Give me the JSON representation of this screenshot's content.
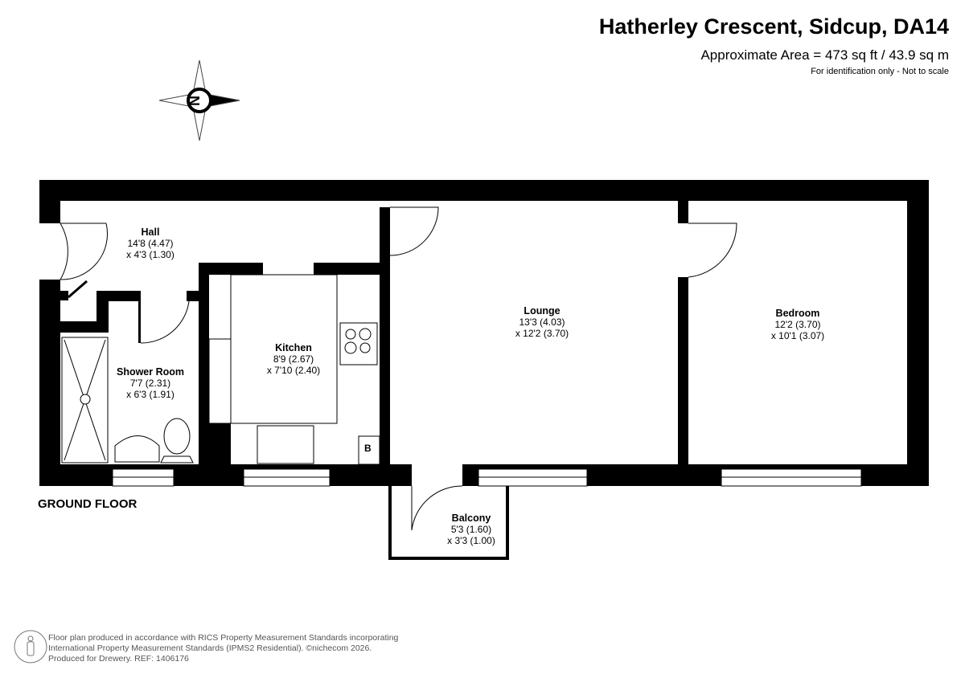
{
  "header": {
    "title": "Hatherley Crescent, Sidcup, DA14",
    "area": "Approximate Area = 473 sq ft / 43.9 sq m",
    "note": "For identification only - Not to scale"
  },
  "compass": {
    "label": "N"
  },
  "floor_label": "GROUND FLOOR",
  "rooms": [
    {
      "name": "Hall",
      "dim1": "14'8 (4.47)",
      "dim2": "x 4'3 (1.30)"
    },
    {
      "name": "Shower Room",
      "dim1": "7'7 (2.31)",
      "dim2": "x 6'3 (1.91)"
    },
    {
      "name": "Kitchen",
      "dim1": "8'9 (2.67)",
      "dim2": "x 7'10 (2.40)"
    },
    {
      "name": "Lounge",
      "dim1": "13'3 (4.03)",
      "dim2": "x 12'2 (3.70)"
    },
    {
      "name": "Bedroom",
      "dim1": "12'2 (3.70)",
      "dim2": "x 10'1 (3.07)"
    },
    {
      "name": "Balcony",
      "dim1": "5'3 (1.60)",
      "dim2": "x 3'3 (1.00)"
    }
  ],
  "boiler_label": "B",
  "footer": {
    "line1": "Floor plan produced in accordance with RICS Property Measurement Standards incorporating",
    "line2": "International Property Measurement Standards (IPMS2 Residential).   ©nichecom 2026.",
    "line3": "Produced for Drewery.   REF: 1406176"
  }
}
